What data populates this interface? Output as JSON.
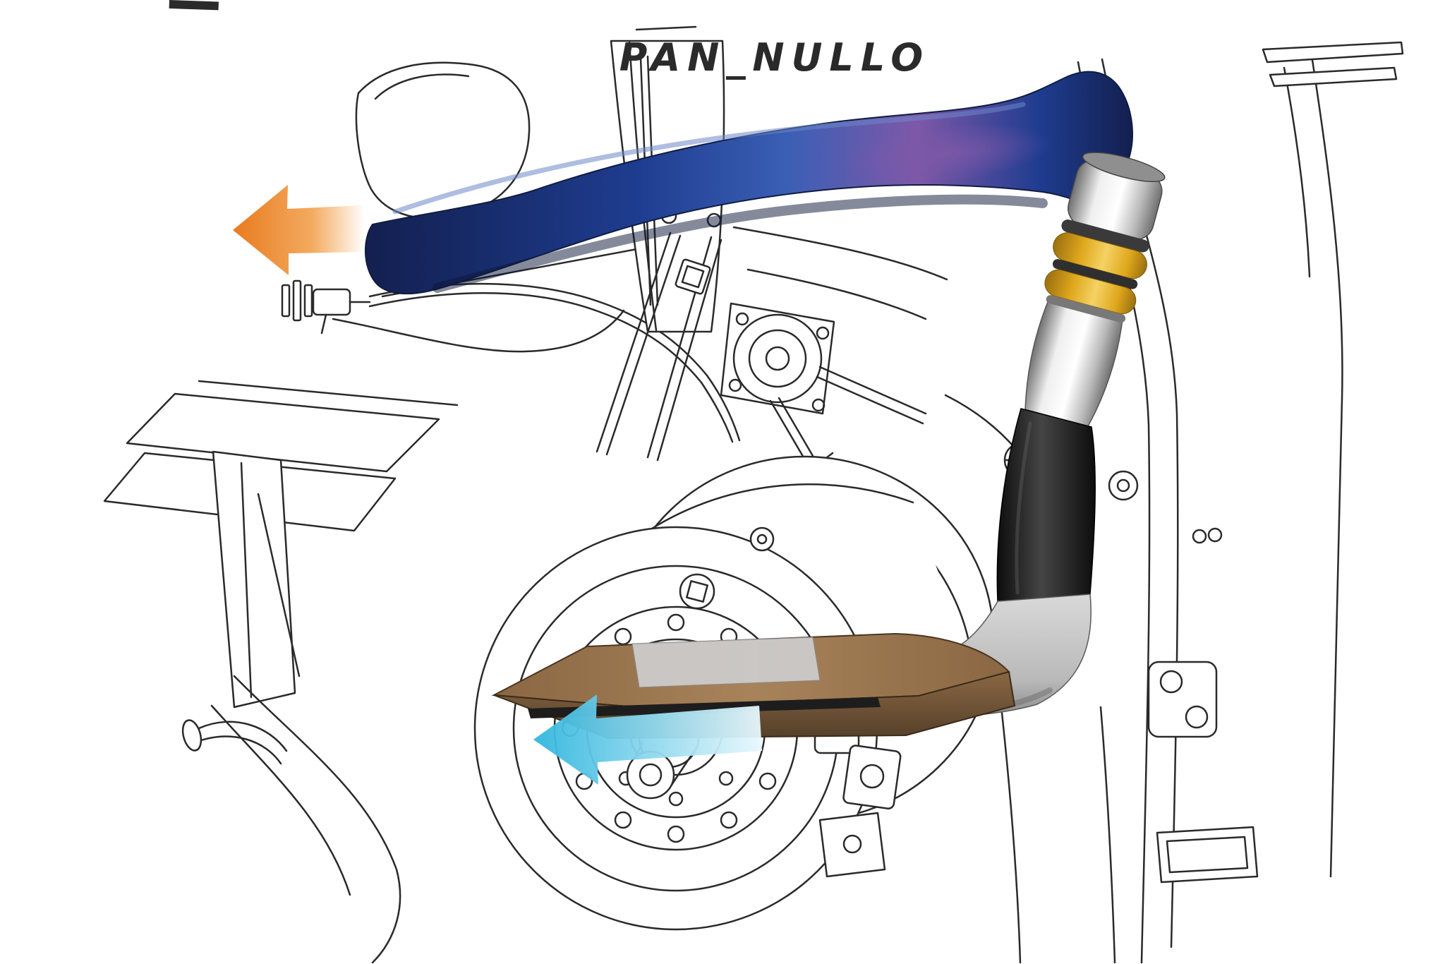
{
  "title": {
    "label": "PAN_NULLO"
  },
  "icons": {
    "exit_arrow": "left-arrow",
    "intake_arrow": "left-arrow"
  },
  "colors": {
    "background": "#ffffff",
    "white": "#ffffff",
    "line": "#2a2a2a",
    "duct_blue_dark": "#131f4f",
    "duct_blue": "#1e3c8f",
    "duct_blue_light": "#3a5fb5",
    "duct_purple": "#7e58a8",
    "duct_edge": "#101c40",
    "duct_highlight": "#6e86c8",
    "duct_shadow": "#0b1538",
    "chrome_dark": "#6f6f6f",
    "chrome_mid": "#b9b9b9",
    "chrome_light": "#efefef",
    "ring_dark": "#3a3a3a",
    "yellow_dark": "#9a6f10",
    "yellow": "#dfa71c",
    "yellow_light": "#f4d264",
    "sleeve_black": "#0d0d0d",
    "sleeve_gray": "#454545",
    "elbow_light": "#d9d9d9",
    "elbow_dark": "#8c8c8c",
    "scoop_brown_light": "#a8835a",
    "scoop_brown": "#8a6743",
    "scoop_brown_dark": "#55402a",
    "slot_dark": "#1d1d1d",
    "orange": "#e87b1f",
    "orange_light": "#f3aa5f",
    "cyan": "#2fb6de",
    "cyan_light": "#e9f8fd"
  }
}
